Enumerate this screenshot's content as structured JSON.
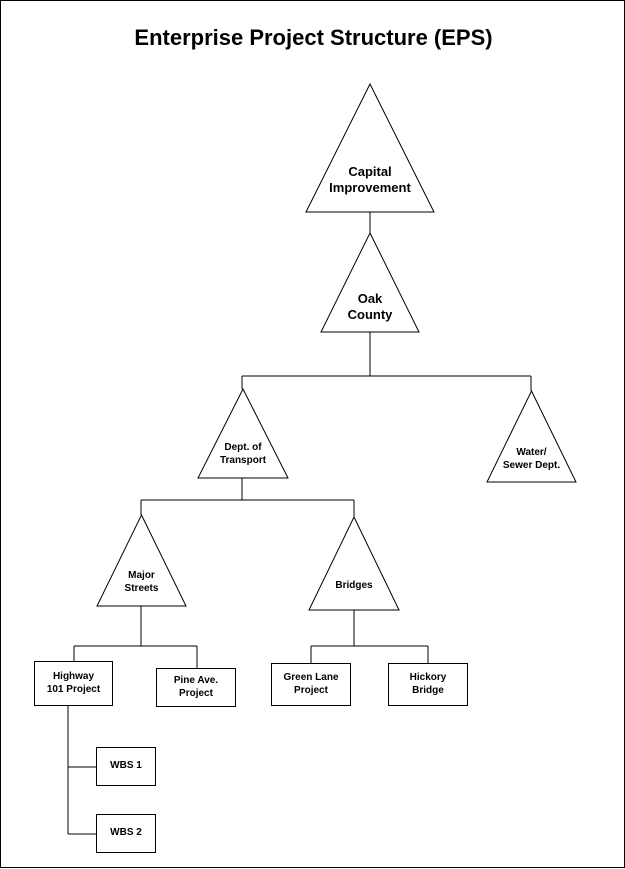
{
  "title": "Enterprise Project Structure (EPS)",
  "colors": {
    "line": "#000000",
    "fill": "#ffffff",
    "text": "#000000"
  },
  "nodes": {
    "capital_improvement": [
      "Capital",
      "Improvement"
    ],
    "oak_county": [
      "Oak",
      "County"
    ],
    "dept_transport": [
      "Dept. of",
      "Transport"
    ],
    "water_sewer": [
      "Water/",
      "Sewer Dept."
    ],
    "major_streets": [
      "Major",
      "Streets"
    ],
    "bridges": [
      "Bridges"
    ],
    "highway_101": [
      "Highway",
      "101 Project"
    ],
    "pine_ave": [
      "Pine Ave.",
      "Project"
    ],
    "green_lane": [
      "Green Lane",
      "Project"
    ],
    "hickory_bridge": [
      "Hickory",
      "Bridge"
    ],
    "wbs_1": [
      "WBS 1"
    ],
    "wbs_2": [
      "WBS 2"
    ]
  }
}
